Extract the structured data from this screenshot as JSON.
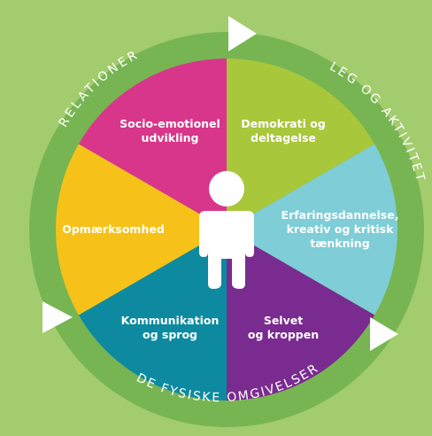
{
  "colors": {
    "background": "#a3cc6e",
    "outer_ring": "#77b552",
    "ring_text": "#ffffff",
    "arrow": "#ffffff",
    "wedge_text": "#ffffff",
    "figure": "#ffffff"
  },
  "center_icon": "child-figure-icon",
  "ring_labels": {
    "top_left": "RELATIONER",
    "top_right": "LEG OG AKTIVITET",
    "bottom": "DE FYSISKE OMGIVELSER"
  },
  "wedges": [
    {
      "lines": [
        "Demokrati og",
        "deltagelse"
      ],
      "color": "#a8c73a"
    },
    {
      "lines": [
        "Erfaringsdannelse,",
        "kreativ og kritisk",
        "tænkning"
      ],
      "color": "#7fcdd6"
    },
    {
      "lines": [
        "Selvet",
        "og kroppen"
      ],
      "color": "#7a2b8f"
    },
    {
      "lines": [
        "Kommunikation",
        "og sprog"
      ],
      "color": "#0e8aa0"
    },
    {
      "lines": [
        "Opmærksomhed"
      ],
      "color": "#f6c21a"
    },
    {
      "lines": [
        "Socio-emotionel",
        "udvikling"
      ],
      "color": "#d8368a"
    }
  ]
}
